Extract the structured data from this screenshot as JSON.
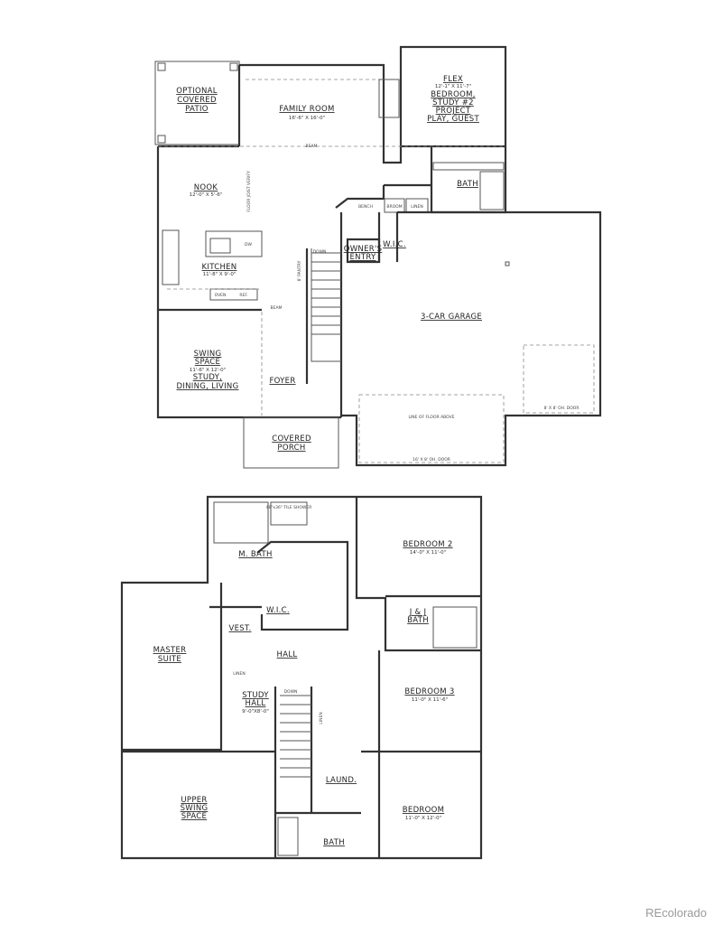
{
  "main_floor": {
    "patio": [
      "OPTIONAL",
      "COVERED",
      "PATIO"
    ],
    "family_room": {
      "name": "FAMILY ROOM",
      "dim": "16'-6\" X 16'-0\""
    },
    "flex": {
      "name": "FLEX",
      "dim": "12'-1\" X 11'-7\"",
      "uses": [
        "BEDROOM,",
        "STUDY #2",
        "PROJECT",
        "PLAY, GUEST"
      ]
    },
    "nook": {
      "name": "NOOK",
      "dim": "12'-0\" X 5'-6\""
    },
    "kitchen": {
      "name": "KITCHEN",
      "dim": "11'-8\" X 9'-0\""
    },
    "bath": "BATH",
    "bench": "BENCH",
    "broom": "BROOM",
    "linen": "LINEN",
    "wic": "W.I.C.",
    "owners_entry": [
      "OWNER'S",
      "ENTRY"
    ],
    "oven": "OVEN",
    "ref": "REF.",
    "dw": "DW",
    "pantry": "8' PANTRY",
    "floor_joist": "FLOOR JOIST VERIFY",
    "down": "DOWN",
    "beam": "BEAM",
    "garage": "3-CAR GARAGE",
    "swing": {
      "name": [
        "SWING",
        "SPACE"
      ],
      "dim": "11'-6\" X 12'-0\"",
      "uses": [
        "STUDY,",
        "DINING, LIVING"
      ]
    },
    "foyer": "FOYER",
    "porch": [
      "COVERED",
      "PORCH"
    ],
    "line_floor_above": "LINE OF FLOOR ABOVE",
    "door_16": "16' X 8' OH. DOOR",
    "door_8": "8' X 8' OH. DOOR"
  },
  "upper_floor": {
    "m_bath": "M. BATH",
    "shower": "48\"x36\" TILE SHOWER",
    "bedroom2": {
      "name": "BEDROOM 2",
      "dim": "14'-0\" X 11'-0\""
    },
    "wic": "W.I.C.",
    "jj_bath": [
      "J & J",
      "BATH"
    ],
    "vest": "VEST.",
    "hall": "HALL",
    "master": [
      "MASTER",
      "SUITE"
    ],
    "linen": "LINEN",
    "study_hall": {
      "name": [
        "STUDY",
        "HALL"
      ],
      "dim": "9'-0\"X8'-0\""
    },
    "down": "DOWN",
    "linen2": "LINEN",
    "bedroom3": {
      "name": "BEDROOM 3",
      "dim": "11'-0\" X 11'-6\""
    },
    "laund": "LAUND.",
    "upper_swing": [
      "UPPER",
      "SWING",
      "SPACE"
    ],
    "bedroom": {
      "name": "BEDROOM",
      "dim": "11'-0\" X 12'-0\""
    },
    "bath": "BATH"
  },
  "watermark": "REcolorado"
}
